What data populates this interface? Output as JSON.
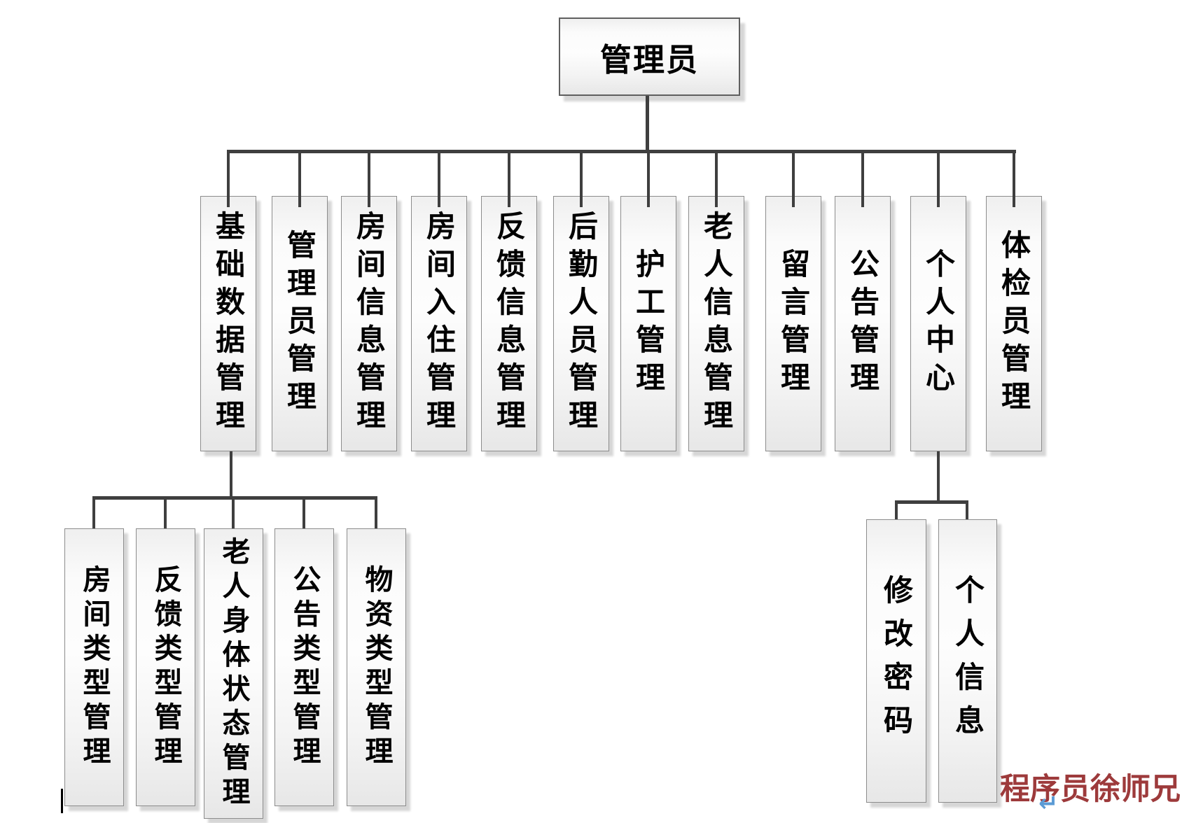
{
  "root": {
    "label": "管理员"
  },
  "level1": [
    {
      "label": "基础数据管理",
      "children": [
        "房间类型管理",
        "反馈类型管理",
        "老人身体状态管理",
        "公告类型管理",
        "物资类型管理"
      ]
    },
    {
      "label": "管理员管理"
    },
    {
      "label": "房间信息管理"
    },
    {
      "label": "房间入住管理"
    },
    {
      "label": "反馈信息管理"
    },
    {
      "label": "后勤人员管理"
    },
    {
      "label": "护工管理"
    },
    {
      "label": "老人信息管理"
    },
    {
      "label": "留言管理"
    },
    {
      "label": "公告管理"
    },
    {
      "label": "个人中心",
      "children": [
        "修改密码",
        "个人信息"
      ]
    },
    {
      "label": "体检员管理"
    }
  ],
  "watermark": {
    "text": "程序员徐师兄",
    "return_mark": "↵"
  },
  "colors": {
    "connector": "#3f3f3f",
    "node_border": "#8c8c8c",
    "watermark_red": "#9d3a3b",
    "return_mark_blue": "#5b9bd5"
  }
}
